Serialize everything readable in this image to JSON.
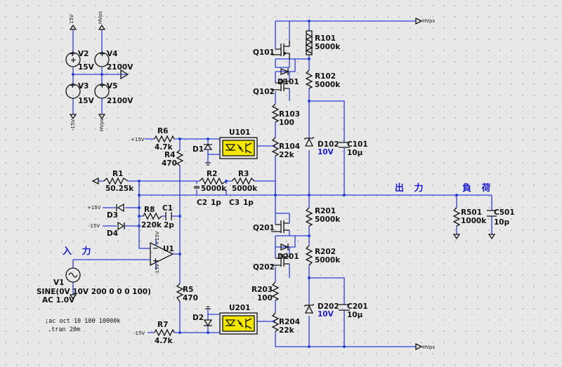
{
  "labels": {
    "V2": "V2",
    "V2_val": "15V",
    "V2_net": "15V",
    "V3": "V3",
    "V3_val": "15V",
    "V3_net": "-15V",
    "V4": "V4",
    "V4_val": "2100V",
    "V4_net": "HVps",
    "V5": "V5",
    "V5_val": "2100V",
    "V5_net": "HVps",
    "Q101": "Q101",
    "Q102": "Q102",
    "D101": "D101",
    "R101": "R101",
    "R101_val": "5000k",
    "R102": "R102",
    "R102_val": "5000k",
    "R103": "R103",
    "R103_val": "100",
    "U101": "U101",
    "R104": "R104",
    "R104_val": "22k",
    "D102": "D102",
    "D102_val": "10V",
    "C101": "C101",
    "C101_val": "10µ",
    "R6": "R6",
    "R6_val": "4.7k",
    "R6_net": "+15V",
    "R4": "R4",
    "R4_val": "470",
    "D1": "D1",
    "R1": "R1",
    "R1_val": "50.25k",
    "R2": "R2",
    "R2_val": "5000k",
    "R3": "R3",
    "R3_val": "5000k",
    "C2": "C2",
    "C2_val": "1p",
    "C3": "C3",
    "C3_val": "1p",
    "out_label": "出 力",
    "load_label": "負 荷",
    "R501": "R501",
    "R501_val": "1000k",
    "C501": "C501",
    "C501_val": "10p",
    "D3": "D3",
    "D3_net": "+15V",
    "D4": "D4",
    "D4_net": "-15V",
    "R8": "R8",
    "R8_val": "220k",
    "C1": "C1",
    "C1_val": "2p",
    "U1": "U1",
    "U1_vp": "+15V",
    "U1_vn": "-15V",
    "in_label": "入 力",
    "V1": "V1",
    "V1_val": "SINE(0V 10V 200 0 0 0 100)",
    "V1_ac": "AC 1.0V",
    "R5": "R5",
    "R5_val": "470",
    "Q201": "Q201",
    "Q202": "Q202",
    "D201": "D201",
    "R201": "R201",
    "R201_val": "5000k",
    "R202": "R202",
    "R202_val": "5000k",
    "R203": "R203",
    "R203_val": "100",
    "U201": "U201",
    "R204": "R204",
    "R204_val": "22k",
    "D202": "D202",
    "D202_val": "10V",
    "C201": "C201",
    "C201_val": "10µ",
    "D2": "D2",
    "R7": "R7",
    "R7_val": "4.7k",
    "R7_net": "-15V",
    "hvps_top": "HVps",
    "hvps_bot": "HVps",
    "dir1": ";ac oct 10 100 10000k",
    "dir2": ".tran 20m"
  }
}
